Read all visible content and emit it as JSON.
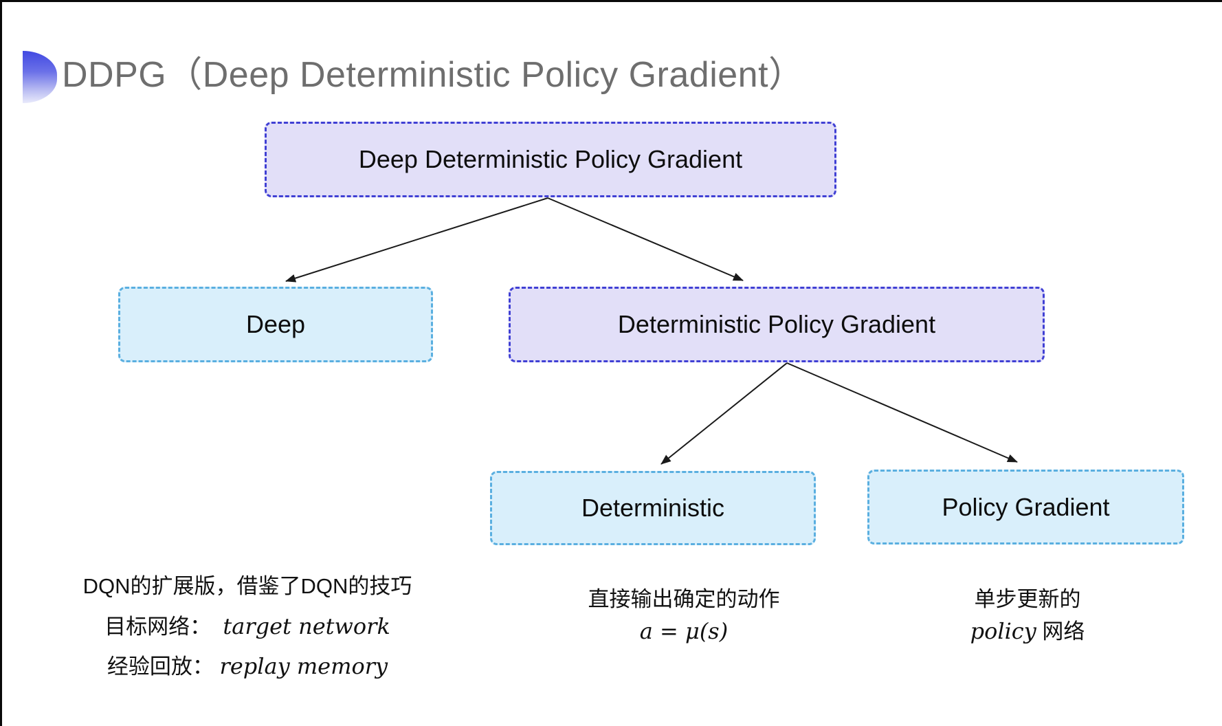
{
  "page": {
    "title": "DDPG（Deep Deterministic Policy Gradient）"
  },
  "diagram": {
    "nodes": {
      "root": {
        "label": "Deep Deterministic Policy Gradient",
        "variant": "purple"
      },
      "deep": {
        "label": "Deep",
        "variant": "cyan"
      },
      "dpg": {
        "label": "Deterministic Policy Gradient",
        "variant": "purple"
      },
      "deterministic": {
        "label": "Deterministic",
        "variant": "cyan"
      },
      "policy_gradient": {
        "label": "Policy Gradient",
        "variant": "cyan"
      }
    },
    "edges": [
      {
        "from": "root",
        "to": "deep"
      },
      {
        "from": "root",
        "to": "dpg"
      },
      {
        "from": "dpg",
        "to": "deterministic"
      },
      {
        "from": "dpg",
        "to": "policy_gradient"
      }
    ],
    "notes": {
      "deep": {
        "line1": "DQN的扩展版，借鉴了DQN的技巧",
        "line2_label": "目标网络：",
        "line2_value": "target network",
        "line3_label": "经验回放：",
        "line3_value": "replay memory"
      },
      "deterministic": {
        "line1": "直接输出确定的动作",
        "equation": "a = μ(s)"
      },
      "policy_gradient": {
        "line1": "单步更新的",
        "line2_italic": "policy",
        "line2_rest": " 网络"
      }
    }
  },
  "colors": {
    "purple_node_fill": "#e2dff8",
    "purple_node_border": "#4040d4",
    "cyan_node_fill": "#d9effb",
    "cyan_node_border": "#5aafe0",
    "title_gray": "#6e6e6e",
    "bullet_blue": "#4149e2",
    "arrow_black": "#1a1a1a"
  }
}
